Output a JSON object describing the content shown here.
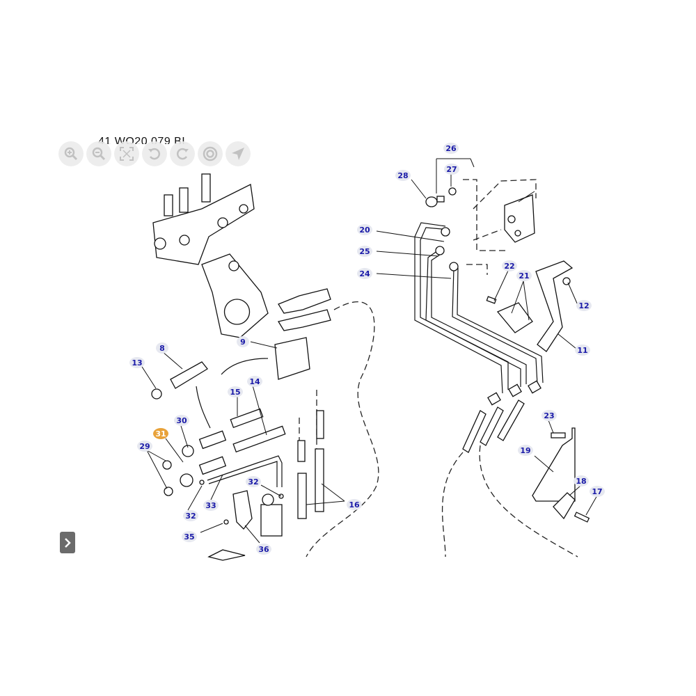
{
  "document": {
    "title": "41 WO20 079 BL"
  },
  "toolbar": {
    "buttons": [
      {
        "name": "zoom-in-button",
        "icon": "zoom-in-icon"
      },
      {
        "name": "zoom-out-button",
        "icon": "zoom-out-icon"
      },
      {
        "name": "fit-screen-button",
        "icon": "fit-screen-icon"
      },
      {
        "name": "rotate-left-button",
        "icon": "rotate-left-icon"
      },
      {
        "name": "rotate-right-button",
        "icon": "rotate-right-icon"
      },
      {
        "name": "target-button",
        "icon": "target-icon"
      },
      {
        "name": "pointer-button",
        "icon": "navigate-arrow-icon"
      }
    ]
  },
  "callouts": [
    "8",
    "9",
    "11",
    "12",
    "13",
    "14",
    "15",
    "16",
    "17",
    "18",
    "19",
    "20",
    "21",
    "22",
    "23",
    "24",
    "25",
    "26",
    "27",
    "28",
    "29",
    "30",
    "31",
    "32",
    "32",
    "33",
    "35",
    "36"
  ],
  "highlighted_callout": "31",
  "colors": {
    "callout_text": "#1a1aa8",
    "callout_bg": "#e6e8f0",
    "highlight": "#e8a23a"
  },
  "nav": {
    "next_icon": "chevron-right-icon"
  }
}
